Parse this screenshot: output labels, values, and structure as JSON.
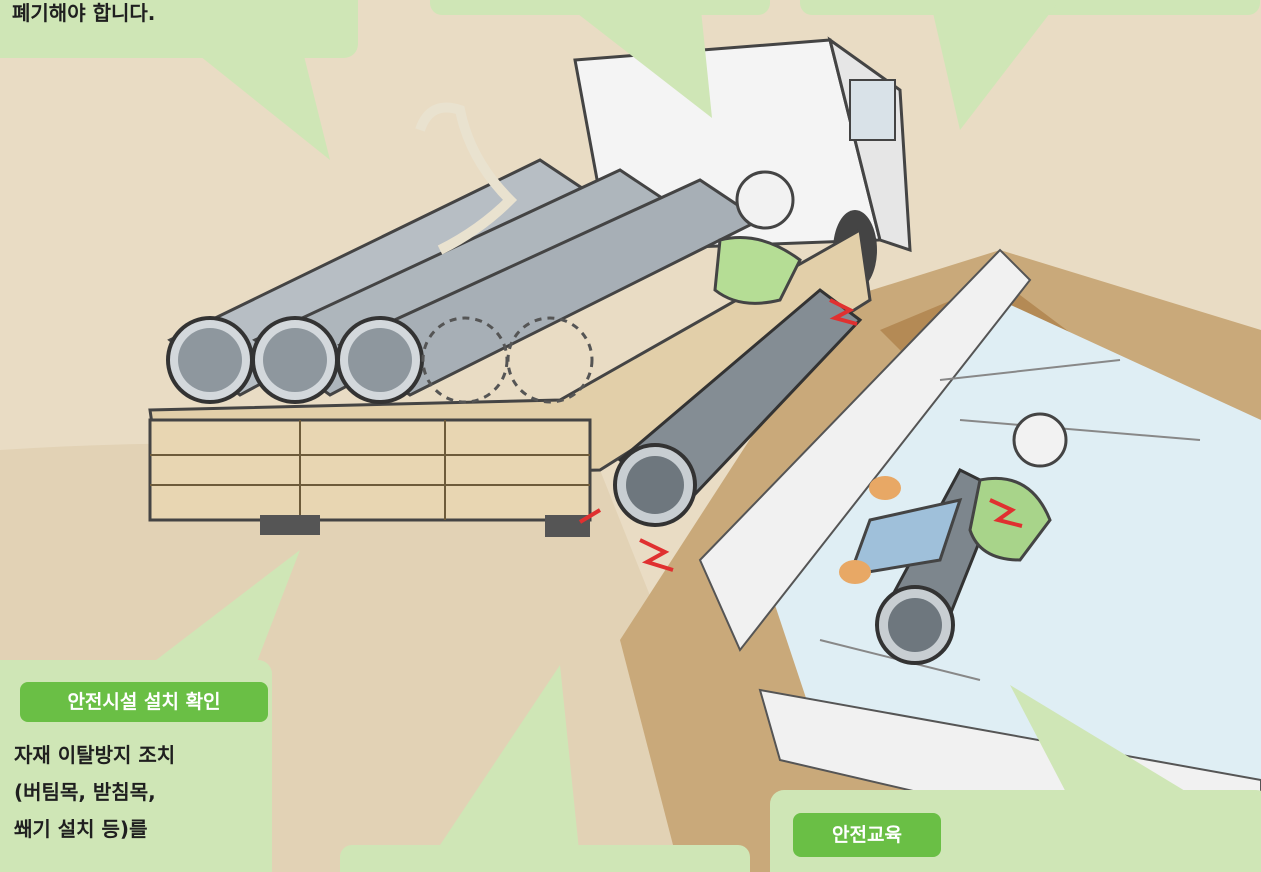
{
  "callouts": {
    "top_left": {
      "body_lines": [
        "폐기해야 합니다."
      ]
    },
    "bottom_left": {
      "heading": "안전시설 설치 확인",
      "body_lines": [
        "자재 이탈방지 조치",
        "(버팀목, 받침목,",
        "쐐기 설치 등)를"
      ]
    },
    "bottom_right": {
      "heading": "안전교육"
    }
  },
  "colors": {
    "bubble": "#cfe6b6",
    "pill": "#6abf45",
    "ground": "#e9dcc4",
    "pipe": "#9aa3aa",
    "injury": "#e03030"
  },
  "illustration": {
    "subject": "pipes rolling off truck bed into trench, injuring worker",
    "icons": [
      "truck-icon",
      "pipe-stack-icon",
      "worker-icon",
      "trench-icon",
      "injury-mark-icon"
    ]
  }
}
